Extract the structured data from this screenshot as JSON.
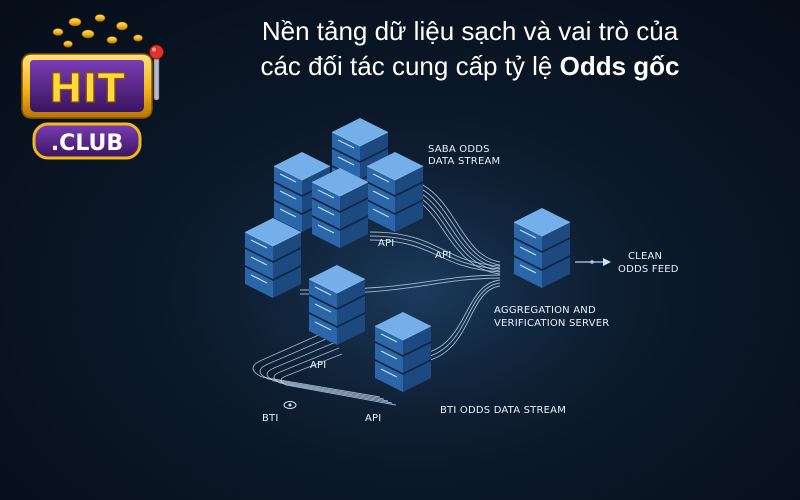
{
  "title": {
    "line1": "Nền tảng dữ liệu sạch và vai trò của",
    "line2_prefix": "các đối tác cung cấp tỷ lệ ",
    "line2_bold": "Odds gốc"
  },
  "logo": {
    "word": "HIT",
    "sub": ".CLUB"
  },
  "labels": {
    "saba_line1": "SABA ODDS",
    "saba_line2": "DATA STREAM",
    "api_a": "API",
    "api_b": "API",
    "api_c": "API",
    "api_d": "API",
    "bti_short": "BTI",
    "bti_stream": "BTI ODDS DATA STREAM",
    "agg_line1": "AGGREGATION AND",
    "agg_line2": "VERIFICATION SERVER",
    "clean_line1": "CLEAN",
    "clean_line2": "ODDS FEED"
  },
  "colors": {
    "server_top": "#6ea8e6",
    "server_side": "#1f4f86",
    "server_front": "#2d6bb0",
    "stream_line": "#cfe6ff",
    "logo_gold": "#f3b71a",
    "logo_purple": "#5a2a8c"
  }
}
